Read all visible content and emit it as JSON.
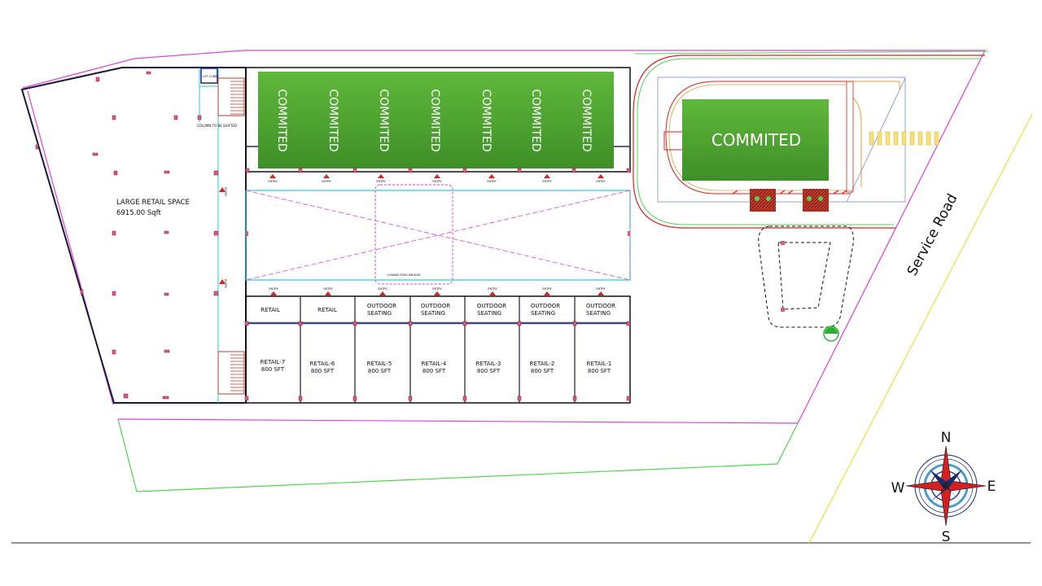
{
  "large_retail": {
    "label_line1": "LARGE RETAIL SPACE",
    "label_line2": "6915.00 Sqft"
  },
  "lift_label": "LIFT LOBBY",
  "column_note": "COLUMN TO BE SHIFTED",
  "connecting_bridge": "CONNECTING BRIDGE",
  "committed_blocks": [
    "COMMITED",
    "COMMITED",
    "COMMITED",
    "COMMITED",
    "COMMITED",
    "COMMITED",
    "COMMITED"
  ],
  "committed_big": "COMMITED",
  "entry_label": "ENTRY",
  "entries_top": [
    "ENTRY",
    "ENTRY",
    "ENTRY",
    "ENTRY",
    "ENTRY",
    "ENTRY",
    "ENTRY"
  ],
  "entries_bottom": [
    "ENTRY",
    "ENTRY",
    "ENTRY",
    "ENTRY",
    "ENTRY",
    "ENTRY",
    "ENTRY"
  ],
  "side_entries": [
    "ENTRY",
    "ENTRY"
  ],
  "front_row": [
    {
      "l1": "RETAIL",
      "l2": ""
    },
    {
      "l1": "RETAIL",
      "l2": ""
    },
    {
      "l1": "OUTDOOR",
      "l2": "SEATING"
    },
    {
      "l1": "OUTDOOR",
      "l2": "SEATING"
    },
    {
      "l1": "OUTDOOR",
      "l2": "SEATING"
    },
    {
      "l1": "OUTDOOR",
      "l2": "SEATING"
    },
    {
      "l1": "OUTDOOR",
      "l2": "SEATING"
    }
  ],
  "retail_units": [
    {
      "name": "RETAIL-7",
      "area": "800 SFT"
    },
    {
      "name": "RETAIL-6",
      "area": "800 SFT"
    },
    {
      "name": "RETAIL-5",
      "area": "800 SFT"
    },
    {
      "name": "RETAIL-4",
      "area": "800 SFT"
    },
    {
      "name": "RETAIL-3",
      "area": "800 SFT"
    },
    {
      "name": "RETAIL-2",
      "area": "800 SFT"
    },
    {
      "name": "RETAIL-1",
      "area": "800 SFT"
    }
  ],
  "service_road": "Service Road",
  "compass": {
    "n": "N",
    "s": "S",
    "e": "E",
    "w": "W"
  },
  "colors": {
    "committed_green": "#4a9e2f",
    "site_magenta": "#e040e0",
    "cyan": "#19d3e6",
    "red": "#e02020",
    "road_yellow": "#e8e85a",
    "boundary_green": "#4fd64f",
    "navy": "#1a2a6c"
  }
}
